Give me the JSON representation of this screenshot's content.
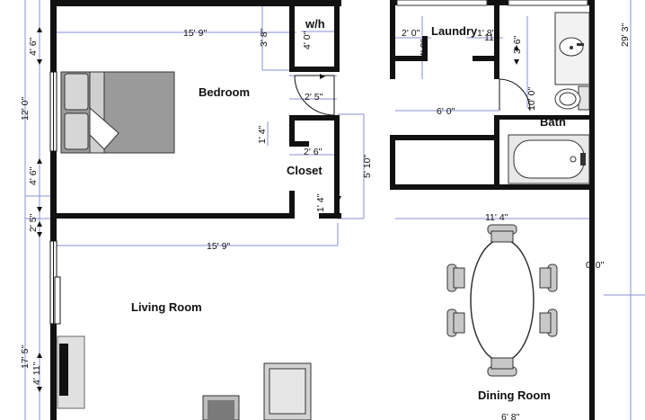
{
  "rooms": {
    "bedroom": "Bedroom",
    "wh": "w/h",
    "laundry": "Laundry",
    "bath": "Bath",
    "closet": "Closet",
    "living": "Living Room",
    "dining": "Dining Room"
  },
  "dimensions": {
    "bedroom_top_width": "15' 9\"",
    "wh_height": "3' 8\"",
    "wh_inner": "4' 0\"",
    "laundry_w": "2' 0\"",
    "laundry_h": "4' 0\"",
    "laundry_a": "1' 8\"",
    "laundry_b": "11\"",
    "bath_vert": "3' 6\"",
    "bath_left": "10' 0\"",
    "total_right": "29' 3\"",
    "left_top": "4' 6\"",
    "left_height": "12' 0\"",
    "left_mid": "4' 6\"",
    "left_low": "2' 5\"",
    "door_25": "2' 5\"",
    "closet_w": "1' 4\"",
    "closet_depth": "2' 6\"",
    "closet_mid": "5' 10\"",
    "closet_bot": "1' 4\"",
    "hall_width": "6' 0\"",
    "kitchen_width": "11' 4\"",
    "living_width": "15' 9\"",
    "right_gap": "0' 0\"",
    "living_height": "17' 5\"",
    "living_sub": "4' 11\"",
    "bottom_partial": "6' 8\""
  },
  "colors": {
    "wall": "#111111",
    "dimension_line": "#8a8fd6",
    "furniture_fill": "#9a9a9a",
    "furniture_light": "#cfcfcf"
  },
  "icons": [
    "bed-icon",
    "dining-table-icon",
    "bathtub-icon",
    "toilet-icon",
    "sink-icon",
    "fireplace-icon",
    "sofa-icon",
    "chair-icon"
  ]
}
